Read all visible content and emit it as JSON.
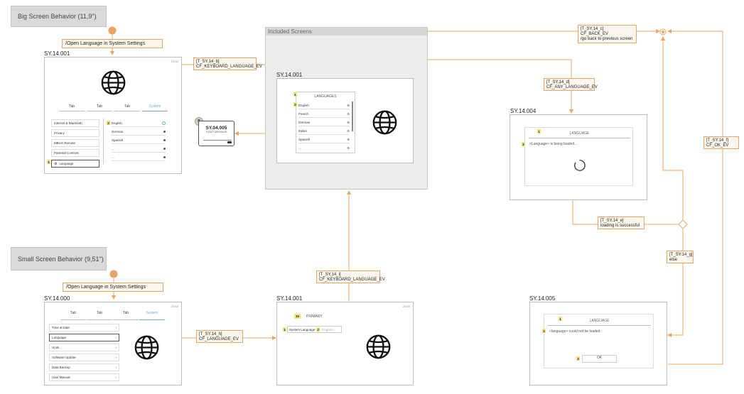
{
  "sections": {
    "big": "Big Screen Behavior (11,9\")",
    "small": "Small Screen Behavior (9,51\")"
  },
  "triggers": {
    "big": "/Open Language in System Settings",
    "small": "/Open Language in System Settings"
  },
  "included_title": "Included Screens",
  "screens": {
    "big_settings": {
      "id": "SY.14.001",
      "clock": "23:50",
      "tabs": [
        "Tab",
        "Tab",
        "Tab",
        "System"
      ],
      "menu": [
        "Internet & Bluetooth",
        "Privacy",
        "MBUX Remote",
        "Parental Controls",
        "Language"
      ],
      "languages": [
        "English",
        "German",
        "Spanish",
        "...",
        "..."
      ],
      "num1": "1",
      "num2": "2"
    },
    "included": {
      "id": "SY.14.001",
      "list_title": "LANGUAGES",
      "languages": [
        "English",
        "French",
        "German",
        "Italian",
        "Spanish",
        "..."
      ],
      "num1": "1",
      "num2": "2"
    },
    "loading": {
      "id": "SY.14.004",
      "title": "LANGUAGE",
      "message": "<Language> is being loaded...",
      "num1": "1",
      "num2": "2"
    },
    "error": {
      "id": "SY.14.005",
      "title": "LANGUAGE",
      "message": "<language> could not be loaded.",
      "ok": "OK",
      "num1": "1",
      "num2": "2",
      "num3": "3"
    },
    "small_settings": {
      "id": "SY.14.000",
      "clock": "23:50",
      "tabs": [
        "Tab",
        "Tab",
        "Tab",
        "System"
      ],
      "menu": [
        "Time & Date",
        "Language",
        "Units",
        "Software Update",
        "Data Backup",
        "User Manual"
      ]
    },
    "small_language": {
      "id": "SY.14.001",
      "clock": "23:50",
      "primary_num": "10",
      "primary": "PRIMARY",
      "row_label": "System Language",
      "row_value": "English",
      "num1": "1",
      "num2": "2"
    },
    "toast": {
      "id": "SY.04.005",
      "label": "TOAST MESSAGE",
      "badge": "B"
    }
  },
  "transitions": {
    "b": [
      "[T_SY.14_b]",
      "CF_KEYBOARD_LANGUAGE_EV"
    ],
    "c": [
      "[T_SY.14_c]",
      "CF_BACK_EV",
      "/go back to previous screen"
    ],
    "d": [
      "[T_SY.14_d]",
      "CF_ANY_LANGUAGE_EV"
    ],
    "e": [
      "[T_SY.14_e]",
      "loading is successful"
    ],
    "f": [
      "[T_SY.14_f]",
      "CF_OK_EV"
    ],
    "g": [
      "[T_SY.14_g]",
      "else"
    ],
    "h": [
      "[T_SY.14_h]",
      "CF_LANGUAGE_EV"
    ],
    "i": [
      "[T_SY.14_i]",
      "CF_KEYBOARD_LANGUAGE_EV"
    ]
  },
  "colors": {
    "edge": "#f0a35e",
    "highlight": "#f6e27a",
    "accent": "#6aa9d8"
  },
  "icons": [
    "globe-icon",
    "gear-icon",
    "spinner-icon",
    "chevron-right-icon",
    "radio-icon"
  ]
}
